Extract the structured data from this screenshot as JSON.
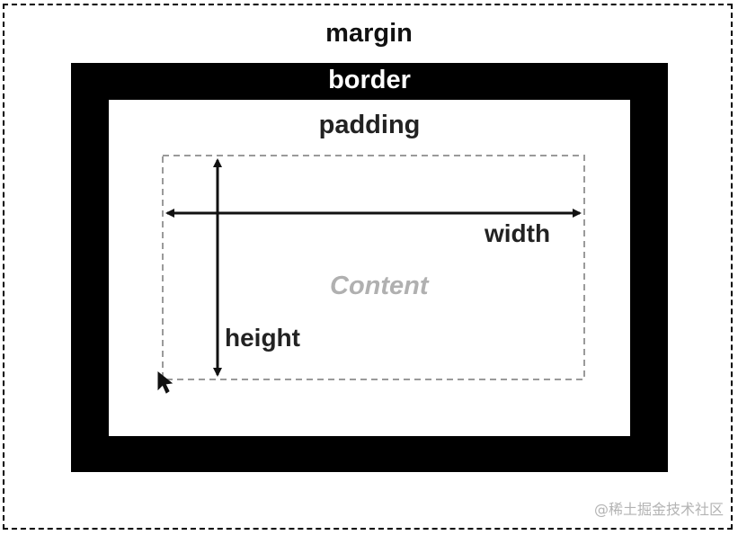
{
  "labels": {
    "margin": "margin",
    "border": "border",
    "padding": "padding",
    "content": "Content",
    "width": "width",
    "height": "height"
  },
  "watermark": "@稀土掘金技术社区",
  "colors": {
    "background": "#ffffff",
    "border_fill": "#000000",
    "content_text": "#b0b0b0",
    "dashed_content_outline": "#9a9a9a"
  },
  "icons": {
    "cursor": "arrow-cursor-icon"
  }
}
